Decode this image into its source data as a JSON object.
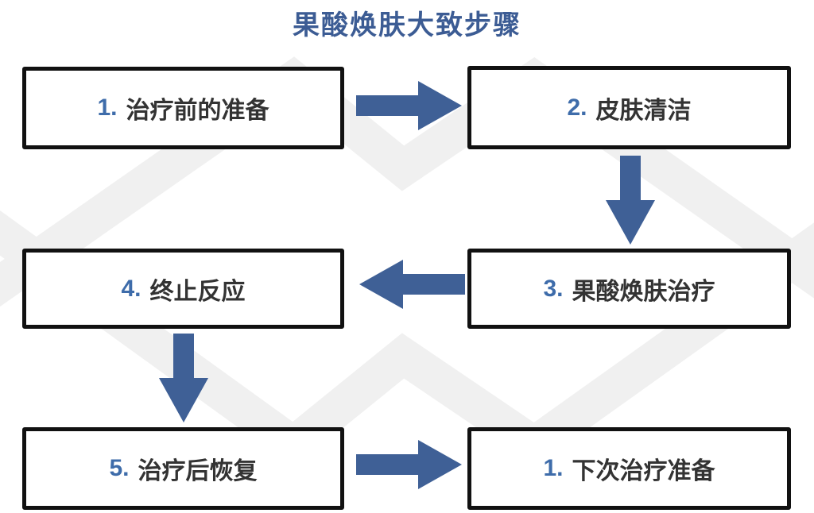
{
  "title": "果酸焕肤大致步骤",
  "colors": {
    "background": "#ffffff",
    "title": "#3c5c94",
    "number": "#3e6caa",
    "text": "#333333",
    "arrow": "#3f6096",
    "border": "#111111",
    "watermark": "#f0f0f0"
  },
  "steps": [
    {
      "num": "1.",
      "label": "治疗前的准备"
    },
    {
      "num": "2.",
      "label": "皮肤清洁"
    },
    {
      "num": "3.",
      "label": "果酸焕肤治疗"
    },
    {
      "num": "4.",
      "label": "终止反应"
    },
    {
      "num": "5.",
      "label": "治疗后恢复"
    },
    {
      "num": "1.",
      "label": "下次治疗准备"
    }
  ],
  "arrows": [
    {
      "name": "arrow-step1-to-step2",
      "direction": "right"
    },
    {
      "name": "arrow-step2-to-step3",
      "direction": "down"
    },
    {
      "name": "arrow-step3-to-step4",
      "direction": "left"
    },
    {
      "name": "arrow-step4-to-step5",
      "direction": "down"
    },
    {
      "name": "arrow-step5-to-next-cycle",
      "direction": "right"
    }
  ]
}
